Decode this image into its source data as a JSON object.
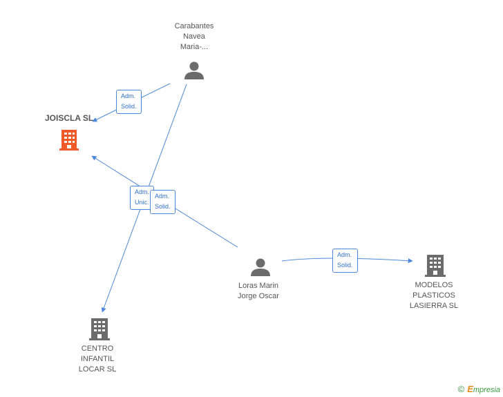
{
  "nodes": {
    "carabantes": {
      "lines": [
        "Carabantes",
        "Navea",
        "Maria-..."
      ],
      "icon": "person-icon"
    },
    "joiscla": {
      "label": "JOISCLA SL",
      "icon": "building-icon",
      "color": "#f05a28"
    },
    "loras": {
      "lines": [
        "Loras Marin",
        "Jorge Oscar"
      ],
      "icon": "person-icon"
    },
    "modelos": {
      "lines": [
        "MODELOS",
        "PLASTICOS",
        "LASIERRA SL"
      ],
      "icon": "building-icon"
    },
    "centro": {
      "lines": [
        "CENTRO",
        "INFANTIL",
        "LOCAR SL"
      ],
      "icon": "building-icon"
    }
  },
  "edges": {
    "carabantes_joiscla": [
      "Adm.",
      "Solid."
    ],
    "carabantes_centro": [
      "Adm.",
      "Unic."
    ],
    "loras_joiscla": [
      "Adm.",
      "Solid."
    ],
    "loras_modelos": [
      "Adm.",
      "Solid."
    ]
  },
  "colors": {
    "edge": "#4a86d9",
    "node_gray": "#6b6b6b",
    "main_company": "#f05a28"
  },
  "footer": {
    "copyright": "©",
    "brand_first": "E",
    "brand_rest": "mpresia"
  }
}
